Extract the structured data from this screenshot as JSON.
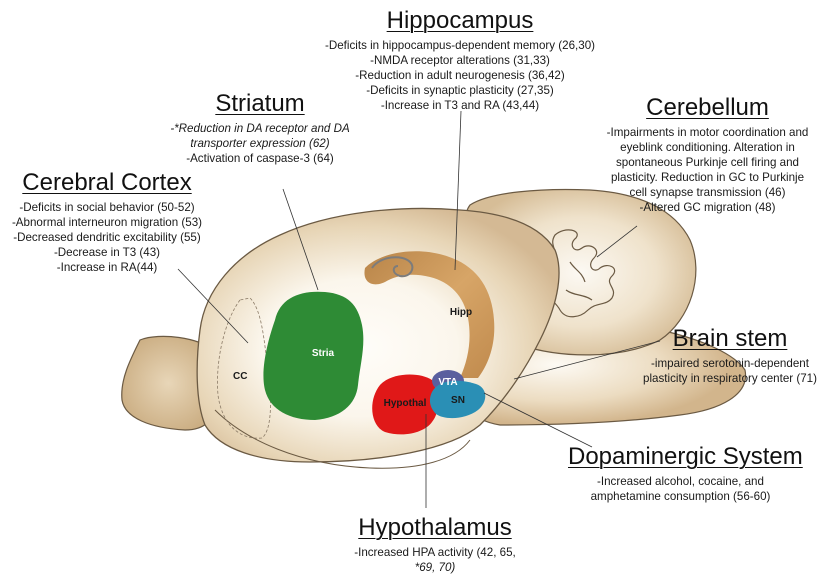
{
  "regions": {
    "hippocampus": {
      "title": "Hippocampus",
      "lines": [
        "-Deficits in hippocampus-dependent memory (26,30)",
        "-NMDA receptor alterations (31,33)",
        "-Reduction in adult neurogenesis (36,42)",
        "-Deficits in synaptic plasticity (27,35)",
        "-Increase in T3 and RA (43,44)"
      ]
    },
    "striatum": {
      "title": "Striatum",
      "lines": [
        "-*Reduction in  DA receptor and DA",
        "transporter expression (62)",
        "-Activation of caspase-3 (64)"
      ]
    },
    "cerebellum": {
      "title": "Cerebellum",
      "lines": [
        "-Impairments in motor coordination and",
        "eyeblink conditioning. Alteration in",
        "spontaneous Purkinje cell firing and",
        "plasticity.  Reduction in GC to Purkinje",
        "cell synapse transmission (46)",
        "-Altered GC migration (48)"
      ]
    },
    "cerebral_cortex": {
      "title": "Cerebral Cortex",
      "lines": [
        "-Deficits in social behavior (50-52)",
        "-Abnormal interneuron migration (53)",
        "-Decreased dendritic excitability (55)",
        "-Decrease in T3 (43)",
        "-Increase in RA(44)"
      ]
    },
    "brain_stem": {
      "title": "Brain stem",
      "lines": [
        "-impaired serotonin-dependent",
        "plasticity in respiratory center (71)"
      ]
    },
    "dopaminergic_system": {
      "title": "Dopaminergic System",
      "lines": [
        "-Increased alcohol, cocaine, and",
        "amphetamine consumption (56-60)"
      ]
    },
    "hypothalamus": {
      "title": "Hypothalamus",
      "lines": [
        "-Increased HPA activity (42, 65,",
        "*69, 70)"
      ]
    }
  },
  "brain_labels": {
    "cc": "CC",
    "stria": "Stria",
    "hipp": "Hipp",
    "vta": "VTA",
    "sn": "SN",
    "hypothal": "Hypothal"
  },
  "colors": {
    "brain_outline": "#6b5a43",
    "brain_fill": "#d9c3a0",
    "brain_highlight": "#fbf8f2",
    "striatum": "#2e8b35",
    "hippocampus": "#c48f52",
    "hypothalamus": "#e01818",
    "sn": "#2a8fb5",
    "vta": "#5a5f9e"
  }
}
